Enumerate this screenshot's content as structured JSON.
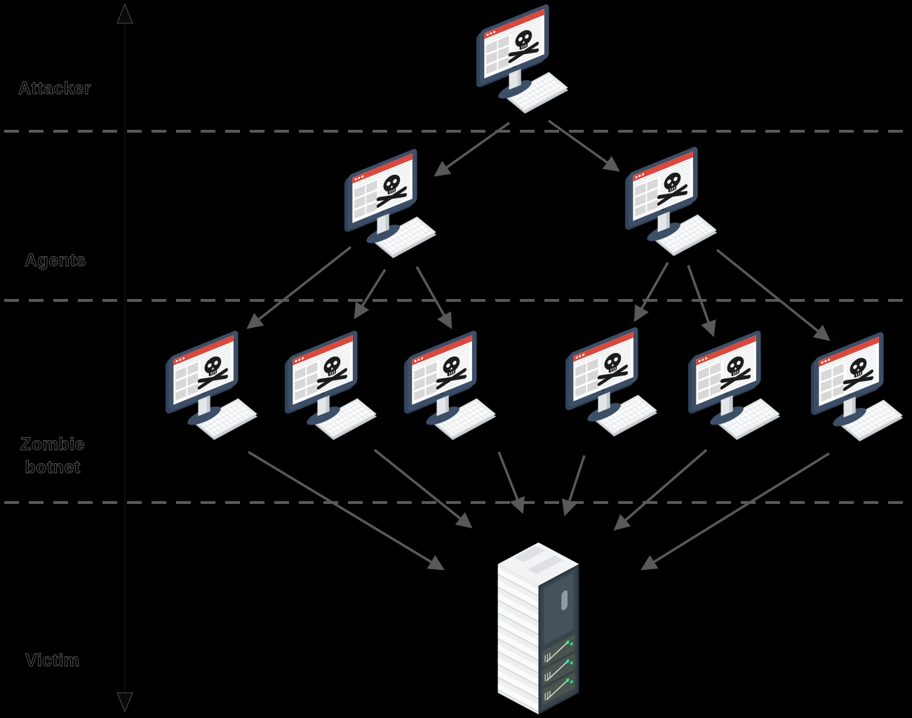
{
  "diagram": {
    "layers": [
      {
        "id": "attacker",
        "label": "Attacker",
        "node_type": "compromised-computer",
        "node_count": 1
      },
      {
        "id": "agents",
        "label": "Agents",
        "node_type": "compromised-computer",
        "node_count": 2
      },
      {
        "id": "zombie-botnet",
        "label": "Zombie botnet",
        "node_type": "compromised-computer",
        "node_count": 6
      },
      {
        "id": "victim",
        "label": "Victim",
        "node_type": "rack-server",
        "node_count": 1
      }
    ],
    "flow": {
      "attacker_to_agents_arrows": 2,
      "agents_to_zombies_arrows": 6,
      "zombies_to_victim_arrows": 6
    },
    "separators": 3
  },
  "colors": {
    "background": "#000000",
    "label_text": "#000000",
    "label_outline": "#585858",
    "arrow_gray": "#595959",
    "separator_dash_gray": "#595959",
    "monitor_frame_navy": "#3d4f66",
    "browser_bar_red": "#d9493d",
    "screen_white": "#ffffff",
    "skull_black": "#1c1c1c",
    "keyboard_gray": "#e9eced",
    "server_panel_dark": "#38434c",
    "server_stack_white": "#edf0f1",
    "server_led_green": "#45e08e"
  },
  "icons": {
    "computer": "monitor-skull-crossbones-icon",
    "server": "rack-server-icon",
    "vertical_axis": "double-headed-arrow"
  }
}
